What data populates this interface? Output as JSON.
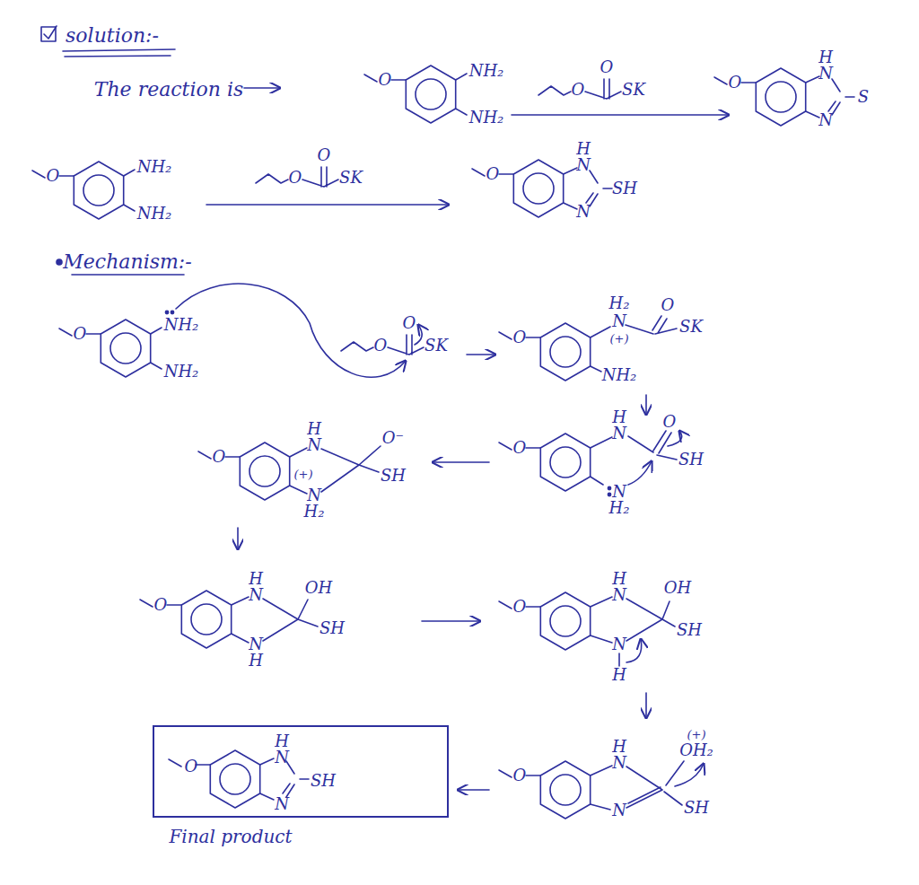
{
  "diagram": {
    "nodes": [
      {
        "text": [
          "O",
          "H",
          "N",
          "SH",
          "N",
          "Final product"
        ]
      }
    ],
    "labels": [
      "solution:-",
      "The reaction is",
      "O",
      "NH₂",
      "NH₂",
      "O",
      "O",
      "SK",
      "O",
      "H",
      "N",
      "N",
      "S",
      "O",
      "NH₂",
      "NH₂",
      "O",
      "O",
      "SK",
      "O",
      "H",
      "N",
      "N",
      "SH",
      "Mechanism:-",
      "O",
      "NH₂",
      "NH₂",
      "O",
      "O",
      "SK",
      "O",
      "H₂",
      "N",
      "(+)",
      "O",
      "SK",
      "NH₂",
      "O",
      "H",
      "N",
      "O",
      "SH",
      "N",
      "H₂",
      "O",
      "H",
      "N",
      "O⁻",
      "SH",
      "(+)",
      "N",
      "H₂",
      "O",
      "H",
      "N",
      "OH",
      "SH",
      "N",
      "H",
      "O",
      "H",
      "N",
      "OH",
      "SH",
      "N",
      "H",
      "O",
      "H",
      "N",
      "(+)",
      "OH₂",
      "N",
      "SH"
    ]
  }
}
